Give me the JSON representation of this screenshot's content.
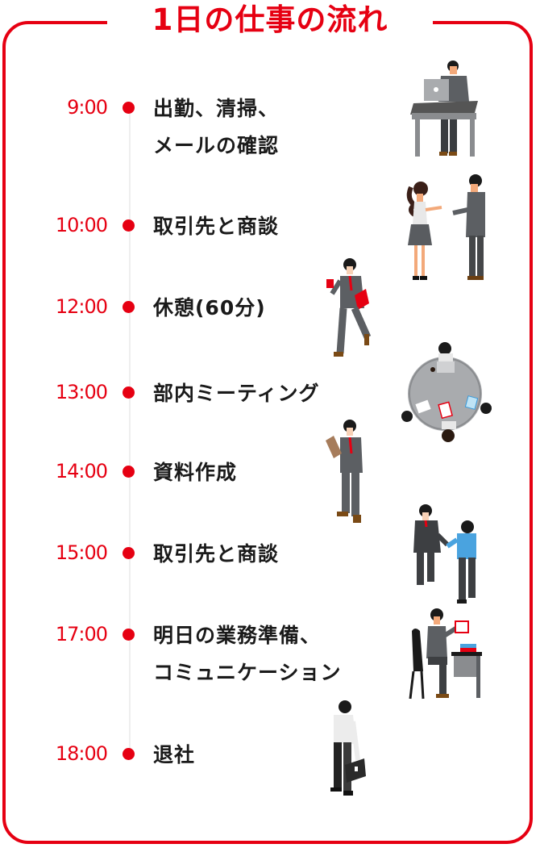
{
  "title": "1日の仕事の流れ",
  "colors": {
    "accent": "#e60012",
    "text": "#1a1a1a",
    "timeline": "#eeeeee"
  },
  "schedule": [
    {
      "time": "9:00",
      "label": "出勤、清掃、\nメールの確認",
      "illustration": "man-at-laptop-desk"
    },
    {
      "time": "10:00",
      "label": "取引先と商談",
      "illustration": "woman-man-exchanging-cards"
    },
    {
      "time": "12:00",
      "label": "休憩(60分)",
      "illustration": "man-walking-with-coffee"
    },
    {
      "time": "13:00",
      "label": "部内ミーティング",
      "illustration": "round-table-meeting"
    },
    {
      "time": "14:00",
      "label": "資料作成",
      "illustration": "man-with-clipboard"
    },
    {
      "time": "15:00",
      "label": "取引先と商談",
      "illustration": "men-shaking-hands"
    },
    {
      "time": "17:00",
      "label": "明日の業務準備、\nコミュニケーション",
      "illustration": "man-reading-at-desk"
    },
    {
      "time": "18:00",
      "label": "退社",
      "illustration": "man-leaving-with-briefcase"
    }
  ]
}
